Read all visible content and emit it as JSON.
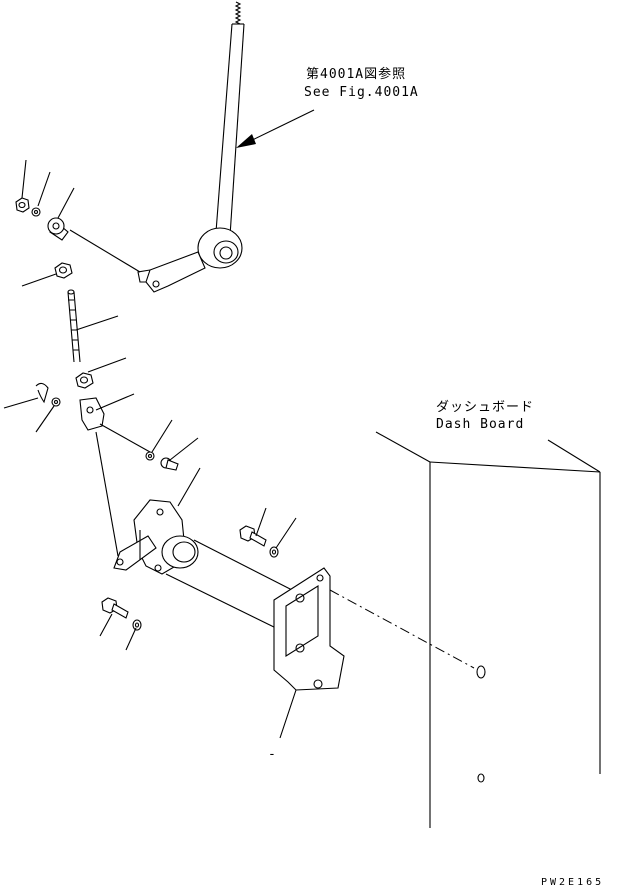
{
  "annotations": {
    "ref_jp": "第4001A図参照",
    "ref_en": "See Fig.4001A",
    "board_jp": "ダッシュボード",
    "board_en": "Dash Board",
    "drawing_code": "PW2E165",
    "tick_mark": "-"
  },
  "parts": [
    {
      "name": "control-rod",
      "icon": "rod"
    },
    {
      "name": "lever-arm",
      "icon": "lever"
    },
    {
      "name": "nut-top",
      "icon": "hex-nut"
    },
    {
      "name": "washer-top",
      "icon": "washer"
    },
    {
      "name": "ball-joint",
      "icon": "rod-end"
    },
    {
      "name": "nut-mid",
      "icon": "hex-nut"
    },
    {
      "name": "threaded-rod",
      "icon": "stud"
    },
    {
      "name": "nut-lower",
      "icon": "hex-nut"
    },
    {
      "name": "cotter-pin",
      "icon": "pin"
    },
    {
      "name": "washer-lower",
      "icon": "washer"
    },
    {
      "name": "clevis",
      "icon": "clevis"
    },
    {
      "name": "washer-clevis",
      "icon": "washer"
    },
    {
      "name": "clevis-pin",
      "icon": "pin"
    },
    {
      "name": "cable-housing",
      "icon": "housing"
    },
    {
      "name": "bolt-left",
      "icon": "bolt"
    },
    {
      "name": "washer-left",
      "icon": "washer"
    },
    {
      "name": "bolt-right",
      "icon": "bolt"
    },
    {
      "name": "washer-right",
      "icon": "washer"
    },
    {
      "name": "mounting-bracket",
      "icon": "bracket"
    },
    {
      "name": "dash-board-panel",
      "icon": "panel"
    }
  ]
}
